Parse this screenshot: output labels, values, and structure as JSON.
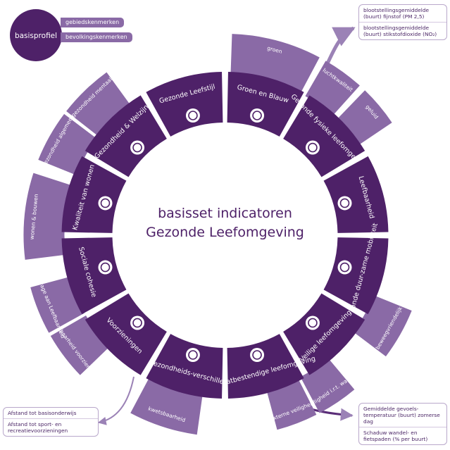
{
  "center_title": {
    "line1": "basisset indicatoren",
    "line2": "Gezonde Leefomgeving"
  },
  "basisprofiel": {
    "label": "basisprofiel",
    "items": [
      "gebiedskenmerken",
      "bevolkingskenmerken"
    ]
  },
  "themes": {
    "groen_blauw": "Groen en Blauw",
    "fysieke": "Gezonde fysieke leefomgeving",
    "leefbaarheid": "Leefbaarheid",
    "mobiliteit": "Gezonde duur-zame mobiliteit",
    "veilige": "Veilige leefomgeving",
    "klimaat": "Klimaatbestendige leefomgeving",
    "verschillen": "Gezondheids-verschillen",
    "voorzieningen": "Voorzieningen",
    "cohesie": "Sociale cohesie",
    "wonen": "Kwaliteit van wonen",
    "welzijn": "Gezondheid & Welzijn",
    "leefstijl": "Gezonde Leefstijl"
  },
  "subthemes": {
    "groen": "groen",
    "luchtkwaliteit": "luchtkwaliteit",
    "geluid": "geluid",
    "beweegvriendelijk": "beweegvriendelijk",
    "veiligheid_water": "veiligheid i.r.t. water",
    "externe_veiligheid": "externe veiligheid",
    "kwetsbaarheid": "kwetsbaarheid",
    "bereikbaarheid": "Bereikbaarheid voorzieningen",
    "bijdrage": "Bijdrage aan Leefbaarheid",
    "wonen_bouwen": "wonen & bouwen",
    "gezondheid_algemeen": "gezondheid algemeen",
    "gezondheid_mentaal": "gezondheid mentaal"
  },
  "callouts": {
    "lucht": [
      "blootstellingsgemiddelde (buurt) fijnstof (PM 2,5)",
      "blootstellingsgemiddelde (buurt) stikstofdioxide (NO₂)"
    ],
    "klimaat": [
      "Gemiddelde gevoels-temperatuur (buurt) zomerse dag",
      "Schaduw wandel- en fietspaden (% per buurt)"
    ],
    "voorzieningen": [
      "Afstand tot basisonderwijs",
      "Afstand tot sport- en recreatievoorzieningen"
    ]
  },
  "colors": {
    "dark": "#4e2168",
    "mid": "#7b5697",
    "light": "#a78fc1",
    "text_white": "#ffffff"
  },
  "icons": [
    "tulip-icon",
    "airplane-icon",
    "houses-tree-icon",
    "bicycle-icon",
    "camera-icon",
    "thermometer-globe-icon",
    "scales-icon",
    "shop-icon",
    "people-icon",
    "apartment-icon",
    "hand-heart-icon",
    "family-icon"
  ]
}
